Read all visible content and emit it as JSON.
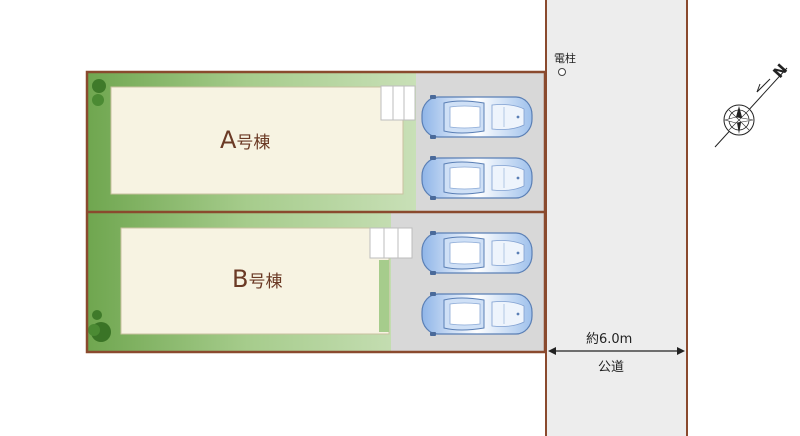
{
  "colors": {
    "boundary": "#8a4a2e",
    "road": "#ededed",
    "garden": "#84b568",
    "garden_light": "#cfe3bf",
    "building": "#f7f3e2",
    "parking": "#d8d8d8",
    "car": "#9fc1ec",
    "label": "#6b3a25"
  },
  "buildings": {
    "a": {
      "letter": "A",
      "suffix": "号棟"
    },
    "b": {
      "letter": "B",
      "suffix": "号棟"
    }
  },
  "pole": {
    "label": "電柱"
  },
  "road": {
    "width_label": "約6.0m",
    "name": "公道"
  },
  "compass": {
    "north_label": "N"
  }
}
